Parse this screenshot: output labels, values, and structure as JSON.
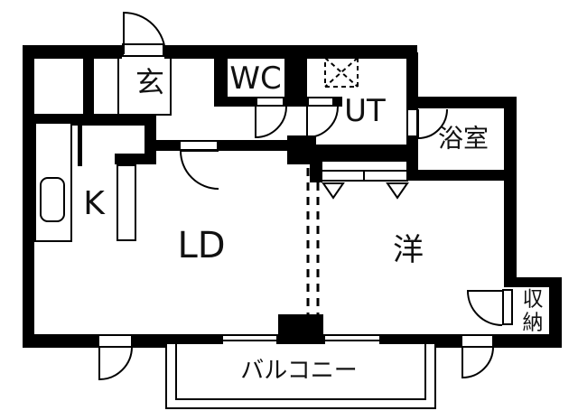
{
  "colors": {
    "wall": "#000000",
    "background": "#ffffff",
    "line": "#111111"
  },
  "rooms": {
    "genkan": "玄",
    "toilet": "WC",
    "utility": "UT",
    "bathroom": "浴室",
    "kitchen": "K",
    "living_dining": "LD",
    "western_room": "洋",
    "storage": "収納",
    "balcony": "バルコニー"
  }
}
